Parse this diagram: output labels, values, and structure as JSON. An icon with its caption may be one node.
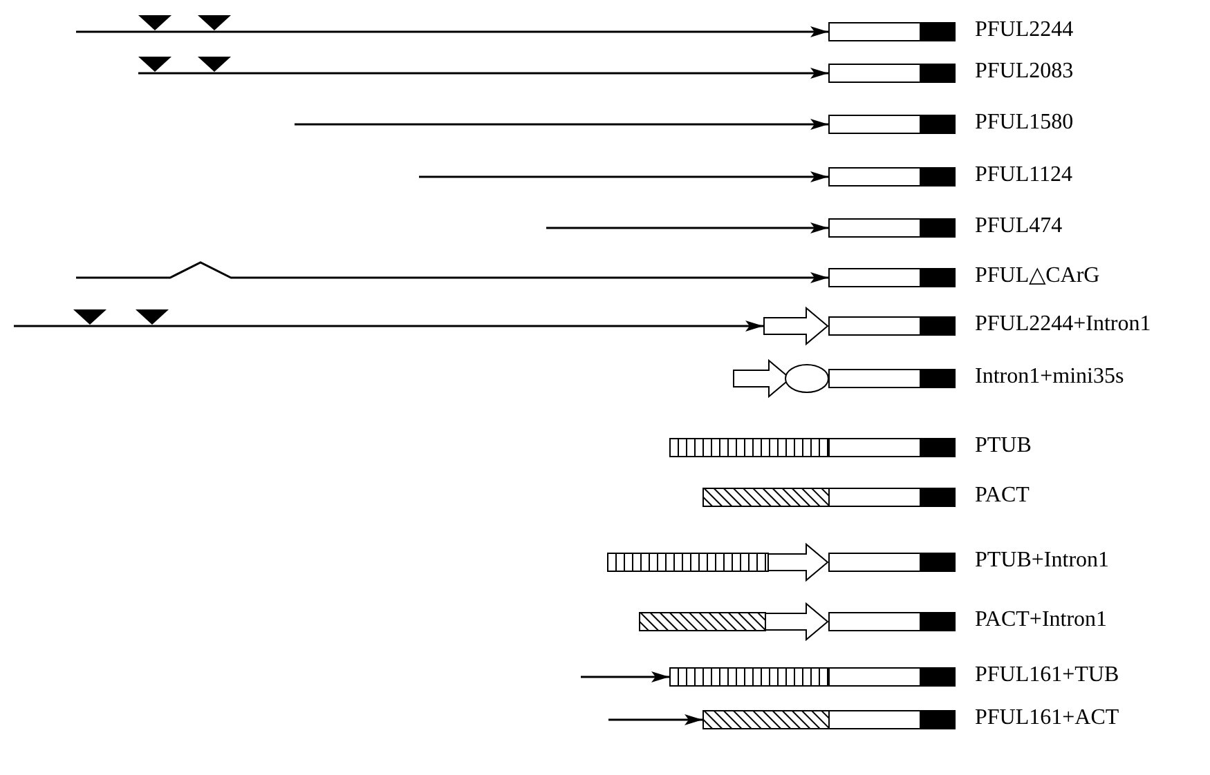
{
  "diagram": {
    "nodes": [
      {
        "text": [],
        "shape": "box",
        "beside": [
          "PFUL2244"
        ]
      },
      {
        "text": [],
        "shape": "box",
        "beside": [
          "PFUL2083"
        ]
      },
      {
        "text": [],
        "shape": "box",
        "beside": [
          "PFUL1580"
        ]
      },
      {
        "text": [],
        "shape": "box",
        "beside": [
          "PFUL1124"
        ]
      },
      {
        "text": [],
        "shape": "box",
        "beside": [
          "PFUL474"
        ]
      },
      {
        "text": [],
        "shape": "box",
        "beside": [
          "PFUL△CArG"
        ]
      },
      {
        "text": [],
        "shape": "box",
        "beside": [
          "PFUL2244+Intron1"
        ]
      },
      {
        "text": [],
        "shape": "box",
        "beside": [
          "Intron1+mini35s"
        ]
      },
      {
        "text": [],
        "shape": "box",
        "beside": [
          "PTUB"
        ]
      },
      {
        "text": [],
        "shape": "box",
        "beside": [
          "PACT"
        ]
      },
      {
        "text": [],
        "shape": "box",
        "beside": [
          "PTUB+Intron1"
        ]
      },
      {
        "text": [],
        "shape": "box",
        "beside": [
          "PACT+Intron1"
        ]
      },
      {
        "text": [],
        "shape": "box",
        "beside": [
          "PFUL161+TUB"
        ]
      },
      {
        "text": [],
        "shape": "box",
        "beside": [
          "PFUL161+ACT"
        ]
      }
    ],
    "edges": [
      {
        "from": null,
        "to": 0,
        "arrow": "to"
      },
      {
        "from": null,
        "to": 1,
        "arrow": "to"
      },
      {
        "from": null,
        "to": 2,
        "arrow": "to"
      },
      {
        "from": null,
        "to": 3,
        "arrow": "to"
      },
      {
        "from": null,
        "to": 4,
        "arrow": "to"
      },
      {
        "from": null,
        "to": 5,
        "arrow": "to"
      },
      {
        "from": null,
        "to": 6,
        "arrow": "to"
      },
      {
        "from": null,
        "to": 12,
        "arrow": "to"
      },
      {
        "from": null,
        "to": 13,
        "arrow": "to"
      }
    ]
  }
}
